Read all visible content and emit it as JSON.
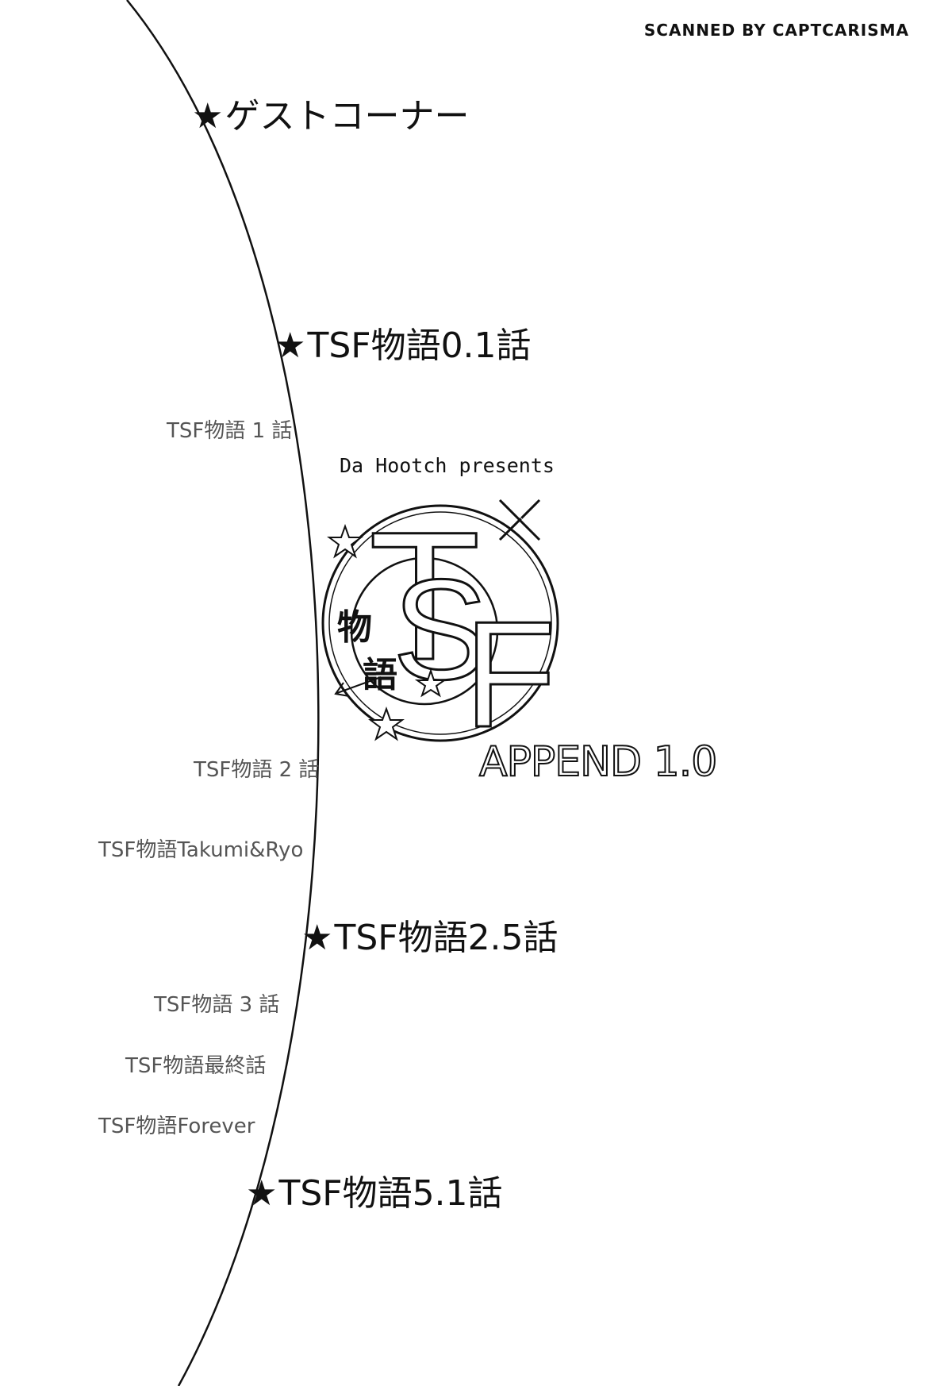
{
  "header": {
    "scan_credit": "SCANNED BY CAPTCARISMA"
  },
  "toc": {
    "star_glyph": "★",
    "major": [
      {
        "label": "ゲストコーナー"
      },
      {
        "label": "TSF物語0.1話"
      },
      {
        "label": "TSF物語2.5話"
      },
      {
        "label": "TSF物語5.1話"
      }
    ],
    "minor": [
      {
        "label": "TSF物語 1 話"
      },
      {
        "label": "TSF物語 2 話"
      },
      {
        "label": "TSF物語Takumi&Ryo"
      },
      {
        "label": "TSF物語 3 話"
      },
      {
        "label": "TSF物語最終話"
      },
      {
        "label": "TSF物語Forever"
      }
    ]
  },
  "title_block": {
    "presents": "Da Hootch presents",
    "logo_letters": [
      "T",
      "S",
      "F"
    ],
    "logo_kanji": [
      "物",
      "語"
    ],
    "append": "APPEND 1.0"
  }
}
